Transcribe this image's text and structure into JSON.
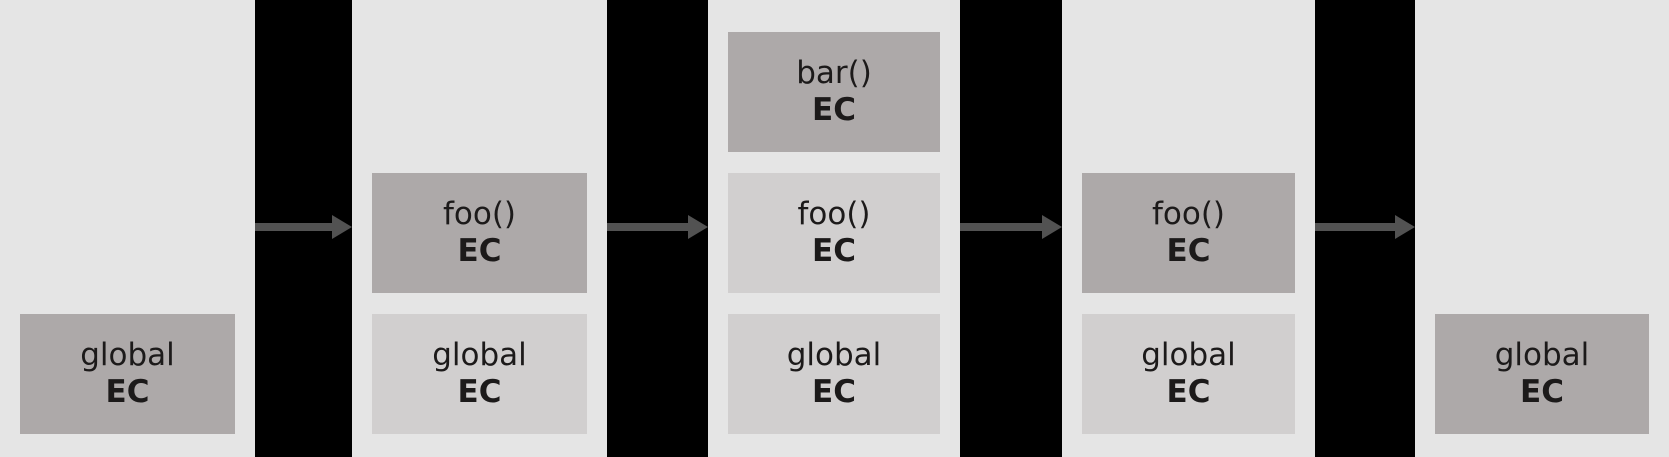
{
  "colors": {
    "page_bg": "#e5e5e5",
    "separator_bg": "#000000",
    "active_box_bg": "#ada9a9",
    "inactive_box_bg": "#d1cfcf",
    "arrow_color": "#525252",
    "text_color": "#1c1a1a"
  },
  "panels": [
    {
      "name": "stage-1",
      "stack": [
        {
          "label": "global",
          "type_label": "EC",
          "active": true
        }
      ]
    },
    {
      "name": "stage-2",
      "stack": [
        {
          "label": "global",
          "type_label": "EC",
          "active": false
        },
        {
          "label": "foo()",
          "type_label": "EC",
          "active": true
        }
      ]
    },
    {
      "name": "stage-3",
      "stack": [
        {
          "label": "global",
          "type_label": "EC",
          "active": false
        },
        {
          "label": "foo()",
          "type_label": "EC",
          "active": false
        },
        {
          "label": "bar()",
          "type_label": "EC",
          "active": true
        }
      ]
    },
    {
      "name": "stage-4",
      "stack": [
        {
          "label": "global",
          "type_label": "EC",
          "active": false
        },
        {
          "label": "foo()",
          "type_label": "EC",
          "active": true
        }
      ]
    },
    {
      "name": "stage-5",
      "stack": [
        {
          "label": "global",
          "type_label": "EC",
          "active": true
        }
      ]
    }
  ]
}
